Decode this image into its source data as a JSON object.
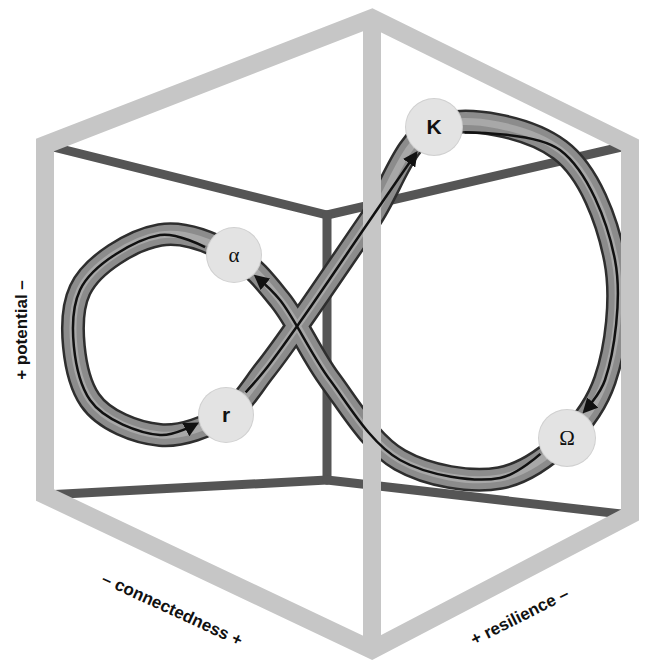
{
  "diagram": {
    "nodes": [
      {
        "text": [
          "K"
        ]
      },
      {
        "text": [
          "α"
        ]
      },
      {
        "text": [
          "r"
        ]
      },
      {
        "text": [
          "Ω"
        ]
      }
    ],
    "edges": [
      {
        "from": 2,
        "to": 0,
        "arrow": "to"
      },
      {
        "from": 0,
        "to": 3,
        "arrow": "to"
      },
      {
        "from": 3,
        "to": 1,
        "arrow": "to"
      },
      {
        "from": 1,
        "to": 2,
        "arrow": "to"
      }
    ],
    "labels": [
      "+ potential –",
      "– connectedness +",
      "+ resilience –"
    ]
  }
}
